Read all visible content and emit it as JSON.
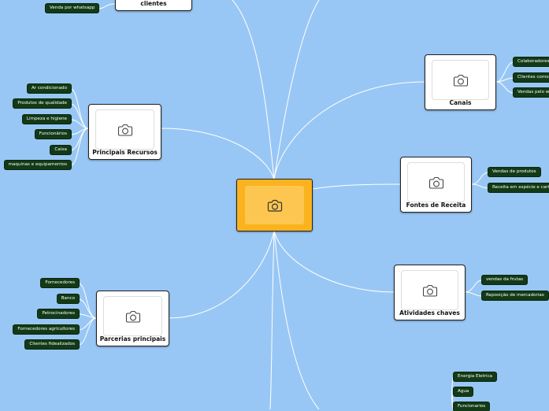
{
  "nodes": {
    "clientes": "clientes",
    "recursos": "Principais Recursos",
    "parcerias": "Parcerias principais",
    "canais": "Canais",
    "receita": "Fontes de Receita",
    "atividades": "Atividades chaves"
  },
  "leaves": {
    "clientes": [
      "Venda por whatsapp"
    ],
    "recursos": [
      "Ar condicionado",
      "Produtos de qualidade",
      "Limpeza e higiene",
      "Funcionários",
      "Caixa",
      "maquinas e equipamentos"
    ],
    "parcerias": [
      "Fornecedores",
      "Banco",
      "Petrocinadores",
      "Fornecedores agricultores",
      "Clientes fidealizados"
    ],
    "canais": [
      "Colaboradores",
      "Clientes como",
      "Vendas pelo w"
    ],
    "receita": [
      "Vendas de produtos",
      "Receita em espécie e cart"
    ],
    "atividades": [
      "vendas da frutas",
      "Reposição de mercadorias"
    ],
    "custos": [
      "Energia Eletrica",
      "Agua",
      "Funcionarios"
    ]
  },
  "icons": {
    "image_placeholder": "camera-icon"
  },
  "colors": {
    "background": "#99c7f5",
    "center": "#fab31e",
    "center_inner": "#fdc651",
    "leaf": "#123a16",
    "line": "#ffffff"
  }
}
